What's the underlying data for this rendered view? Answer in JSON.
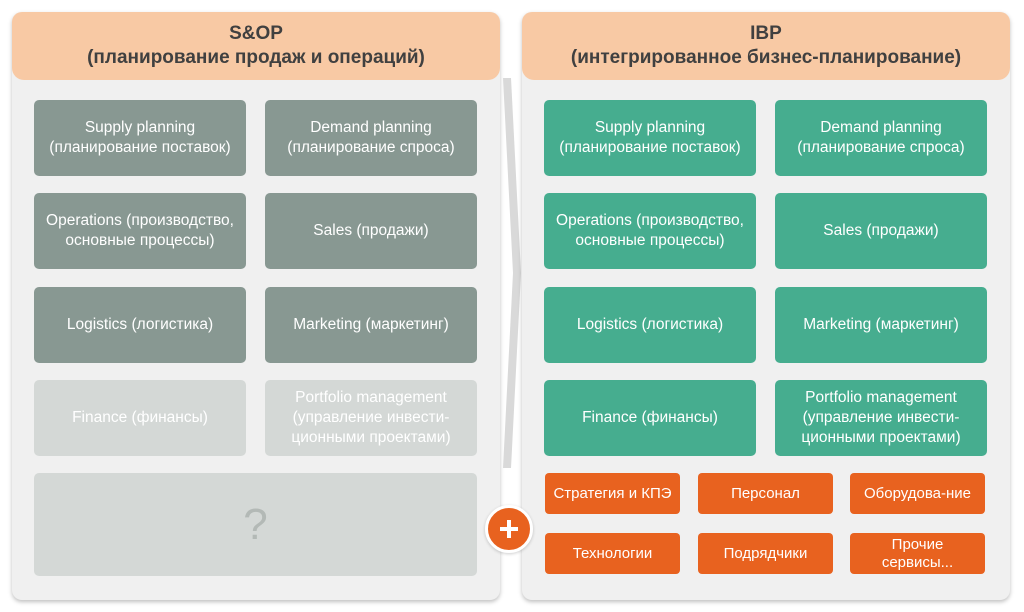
{
  "left": {
    "title": "S&OP",
    "subtitle": "(планирование продаж и операций)",
    "boxes": [
      {
        "label": "Supply planning (планирование поставок)"
      },
      {
        "label": "Demand planning (планирование спроса)"
      },
      {
        "label": "Operations (производство, основные процессы)"
      },
      {
        "label": "Sales (продажи)"
      },
      {
        "label": "Logistics (логистика)"
      },
      {
        "label": "Marketing (маркетинг)"
      },
      {
        "label": "Finance (финансы)"
      },
      {
        "label": "Portfolio management (управление инвести-ционными проектами)"
      }
    ],
    "unknown": "?"
  },
  "right": {
    "title": "IBP",
    "subtitle": "(интегрированное бизнес-планирование)",
    "boxes": [
      {
        "label": "Supply planning (планирование поставок)"
      },
      {
        "label": "Demand planning (планирование спроса)"
      },
      {
        "label": "Operations (производство, основные процессы)"
      },
      {
        "label": "Sales (продажи)"
      },
      {
        "label": "Logistics (логистика)"
      },
      {
        "label": "Marketing (маркетинг)"
      },
      {
        "label": "Finance (финансы)"
      },
      {
        "label": "Portfolio management (управление инвести-ционными проектами)"
      }
    ],
    "extras": [
      {
        "label": "Стратегия и КПЭ"
      },
      {
        "label": "Персонал"
      },
      {
        "label": "Оборудова-ние"
      },
      {
        "label": "Технологии"
      },
      {
        "label": "Подрядчики"
      },
      {
        "label": "Прочие сервисы..."
      }
    ]
  },
  "icons": {
    "divider": "chevron-right-icon",
    "plus": "plus-icon"
  },
  "colors": {
    "header_bg": "#f8c9a4",
    "gray_box": "#889892",
    "faded_box": "#d4d8d6",
    "green_box": "#46ad8f",
    "orange": "#e8621f",
    "panel_bg": "#f0f0f0"
  }
}
